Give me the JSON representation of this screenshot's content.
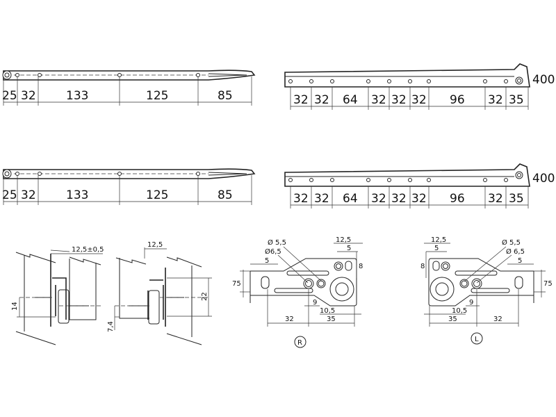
{
  "rail_side_view_1": {
    "dims": [
      "25",
      "32",
      "133",
      "125",
      "85"
    ]
  },
  "rail_side_view_2": {
    "dims": [
      "25",
      "32",
      "133",
      "125",
      "85"
    ]
  },
  "rail_top_view_1": {
    "dims": [
      "32",
      "32",
      "64",
      "32",
      "32",
      "32",
      "96",
      "32",
      "35"
    ],
    "length": "400"
  },
  "rail_top_view_2": {
    "dims": [
      "32",
      "32",
      "64",
      "32",
      "32",
      "32",
      "96",
      "32",
      "35"
    ],
    "length": "400"
  },
  "section_a": {
    "gap": "12,5±0,5",
    "height": "14"
  },
  "section_b": {
    "gap": "12,5",
    "height": "22",
    "offset": "7,4"
  },
  "bracket_right": {
    "label": "R",
    "d1": "Ø 5,5",
    "d2": "Ø6,5",
    "w1": "12,5",
    "w2": "5",
    "h1": "8",
    "w3": "5",
    "h2": "75",
    "x1": "9",
    "x2": "10,5",
    "x3": "32",
    "x4": "35"
  },
  "bracket_left": {
    "label": "L",
    "d1": "Ø 5,5",
    "d2": "Ø 6,5",
    "w1": "12,5",
    "w2": "5",
    "h1": "8",
    "w3": "5",
    "h2": "75",
    "x1": "9",
    "x2": "10,5",
    "x3": "35",
    "x4": "32"
  }
}
